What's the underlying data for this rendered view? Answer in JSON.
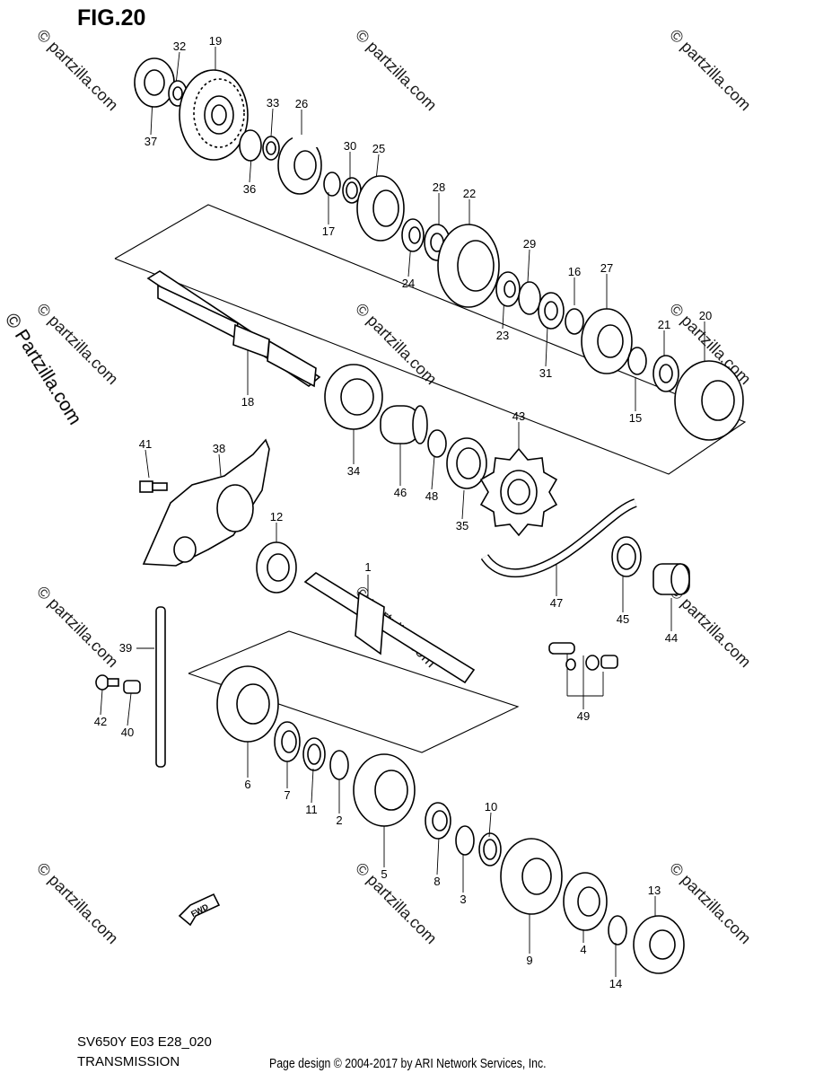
{
  "figure": {
    "title": "FIG.20",
    "model_code": "SV650Y E03 E28_020",
    "section_name": "TRANSMISSION",
    "credit": "Page design © 2004-2017 by ARI Network Services, Inc.",
    "side_watermark": "© Partzilla.com",
    "watermark": "© partzilla.com",
    "fwd_label": "FWD"
  },
  "callouts": [
    "1",
    "2",
    "3",
    "4",
    "5",
    "6",
    "7",
    "8",
    "9",
    "10",
    "11",
    "12",
    "13",
    "14",
    "15",
    "16",
    "17",
    "18",
    "19",
    "20",
    "21",
    "22",
    "23",
    "24",
    "25",
    "26",
    "27",
    "28",
    "29",
    "30",
    "31",
    "32",
    "33",
    "34",
    "35",
    "36",
    "37",
    "38",
    "39",
    "40",
    "41",
    "42",
    "43",
    "44",
    "45",
    "46",
    "47",
    "48",
    "49"
  ]
}
